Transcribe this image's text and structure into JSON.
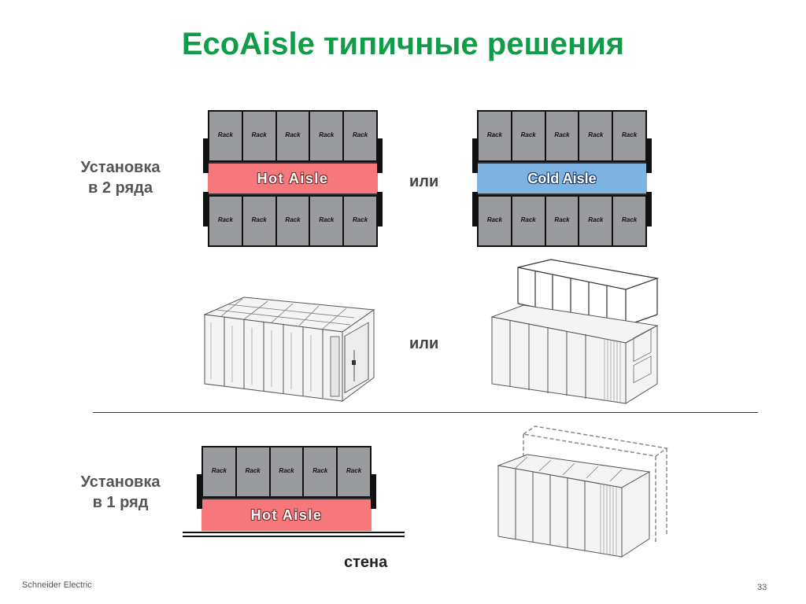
{
  "title": "EcoAisle типичные решения",
  "labels": {
    "two_rows": "Установка\nв 2 ряда",
    "one_row": "Установка\nв 1 ряд",
    "or_1": "или",
    "or_2": "или",
    "wall": "стена"
  },
  "rack_label": "Rack",
  "aisles": {
    "hot": "Hot Aisle",
    "cold": "Cold Aisle"
  },
  "colors": {
    "title": "#129b48",
    "hot_aisle": "#f7787b",
    "cold_aisle": "#7eb2e0",
    "rack": "#9a9b9f"
  },
  "footer": {
    "company": "Schneider Electric",
    "page": "33"
  }
}
